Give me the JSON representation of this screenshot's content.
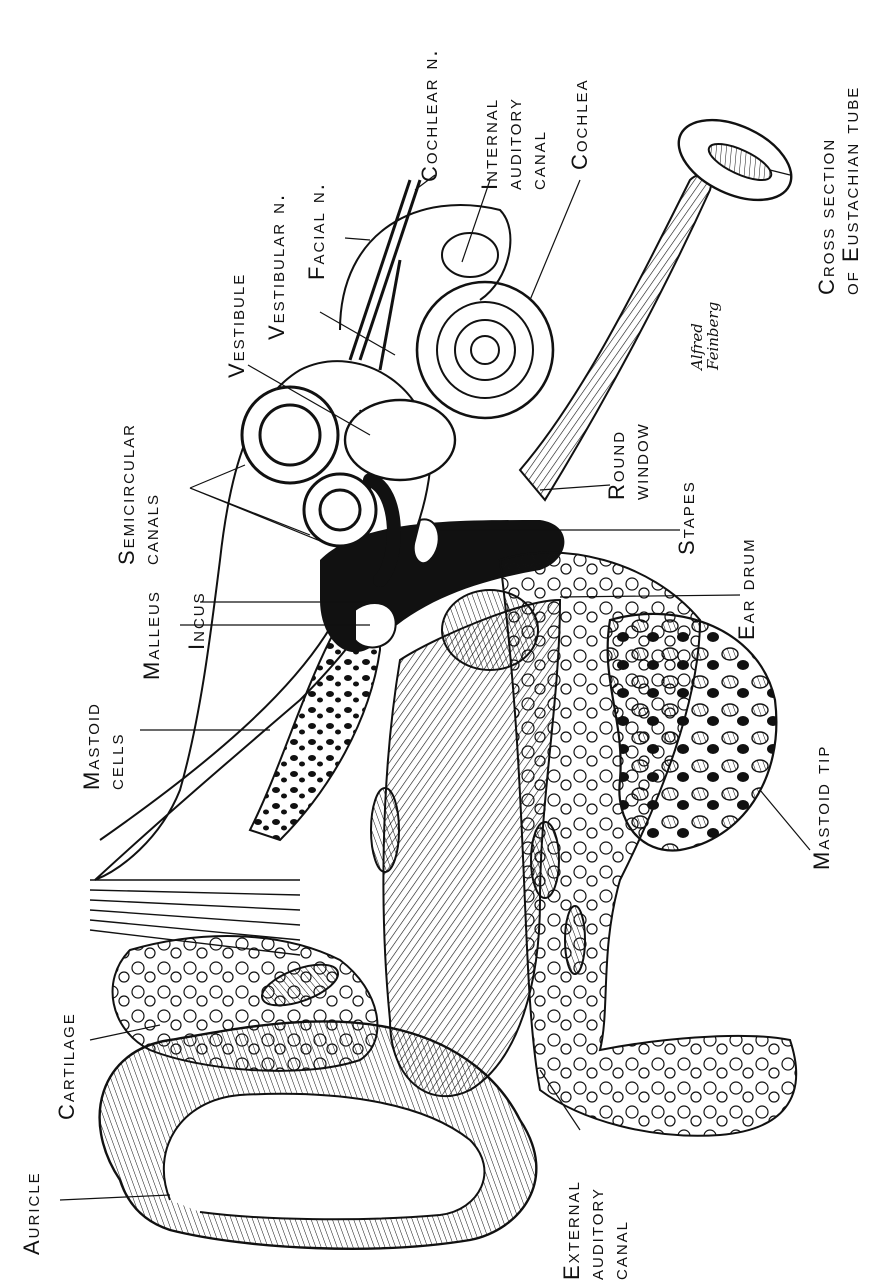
{
  "labels": {
    "auricle": "Auricle",
    "cartilage": "Cartilage",
    "mastoid_cells_1": "Mastoid",
    "mastoid_cells_2": "cells",
    "malleus": "Malleus",
    "incus": "Incus",
    "semicircular_1": "Semicircular",
    "semicircular_2": "canals",
    "vestibule": "Vestibule",
    "vestibular_n": "Vestibular n.",
    "facial_n": "Facial n.",
    "cochlear_n": "Cochlear n.",
    "internal_canal_1": "Internal",
    "internal_canal_2": "auditory",
    "internal_canal_3": "canal",
    "cochlea": "Cochlea",
    "round_window_1": "Round",
    "round_window_2": "window",
    "stapes": "Stapes",
    "ear_drum": "Ear drum",
    "mastoid_tip": "Mastoid tip",
    "external_canal_1": "External",
    "external_canal_2": "auditory",
    "external_canal_3": "canal",
    "eustachian_1": "Cross section",
    "eustachian_2": "of Eustachian tube"
  },
  "signature": {
    "line1": "Alfred",
    "line2": "Feinberg"
  },
  "colors": {
    "ink": "#111111",
    "paper": "#ffffff"
  }
}
